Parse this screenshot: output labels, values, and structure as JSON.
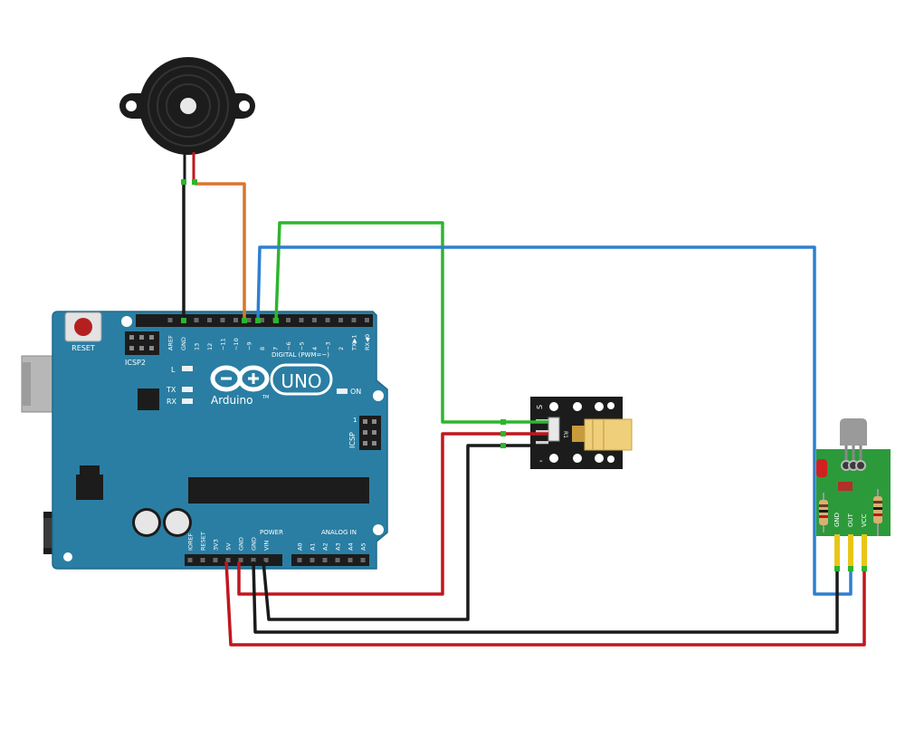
{
  "board": {
    "reset_label": "RESET",
    "icsp2_label": "ICSP2",
    "icsp_label": "ICSP",
    "led_l": "L",
    "led_tx": "TX",
    "led_rx": "RX",
    "on_label": "ON",
    "brand": "Arduino",
    "tm": "TM",
    "model": "UNO",
    "digital_label": "DIGITAL (PWM=~)",
    "power_label": "POWER",
    "analog_label": "ANALOG IN",
    "digital_pins": [
      "AREF",
      "GND",
      "13",
      "12",
      "~11",
      "~10",
      "~9",
      "8",
      "7",
      "~6",
      "~5",
      "4",
      "~3",
      "2",
      "TX▶1",
      "RX◀0"
    ],
    "power_pins": [
      "IOREF",
      "RESET",
      "3V3",
      "5V",
      "GND",
      "GND",
      "VIN"
    ],
    "analog_pins": [
      "A0",
      "A1",
      "A2",
      "A3",
      "A4",
      "A5"
    ],
    "icsp_num": "1"
  },
  "laser_module": {
    "pin_s": "S",
    "pin_minus": "-",
    "resistor_label": "R1"
  },
  "receiver_module": {
    "pins": [
      "GND",
      "OUT",
      "VCC"
    ]
  },
  "colors": {
    "board": "#2a7ea3",
    "wire_red": "#c0171d",
    "wire_black": "#1a1a1a",
    "wire_green": "#2db52d",
    "wire_blue": "#2f7fcf",
    "wire_orange": "#d9762b",
    "wire_yellow": "#e8c619",
    "laser_pcb": "#1c1c1c",
    "receiver_pcb": "#2c9a3b"
  }
}
